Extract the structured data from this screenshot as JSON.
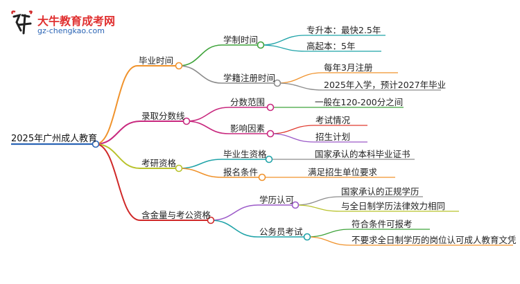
{
  "logo": {
    "title": "大牛教育成考网",
    "url": "gz-chengkao.com",
    "mark_text": "大牛"
  },
  "mindmap": {
    "root": "2025年广州成人教育",
    "branches": [
      {
        "label": "毕业时间",
        "color": "#f0922b",
        "children": [
          {
            "label": "学制时间",
            "color": "#3ea33a",
            "leaves": [
              {
                "label": "专升本：最快2.5年",
                "color": "#1fa3a8"
              },
              {
                "label": "高起本：5年",
                "color": "#1fa3a8"
              }
            ]
          },
          {
            "label": "学籍注册时间",
            "color": "#8c8c8c",
            "leaves": [
              {
                "label": "每年3月注册",
                "color": "#f0922b"
              },
              {
                "label": "2025年入学，预计2027年毕业",
                "color": "#8c8c8c"
              }
            ]
          }
        ]
      },
      {
        "label": "录取分数线",
        "color": "#c8287e",
        "children": [
          {
            "label": "分数范围",
            "color": "#c8287e",
            "leaves": [
              {
                "label": "一般在120-200分之间",
                "color": "#3ea33a"
              }
            ]
          },
          {
            "label": "影响因素",
            "color": "#c8287e",
            "leaves": [
              {
                "label": "考试情况",
                "color": "#e03a2e"
              },
              {
                "label": "招生计划",
                "color": "#9b59c8"
              }
            ]
          }
        ]
      },
      {
        "label": "考研资格",
        "color": "#b8c22a",
        "children": [
          {
            "label": "毕业生资格",
            "color": "#1fa3a8",
            "leaves": [
              {
                "label": "国家承认的本科毕业证书",
                "color": "#8c8c8c"
              }
            ]
          },
          {
            "label": "报名条件",
            "color": "#f0922b",
            "leaves": [
              {
                "label": "满足招生单位要求",
                "color": "#f0922b"
              }
            ]
          }
        ]
      },
      {
        "label": "含金量与考公资格",
        "color": "#d02828",
        "children": [
          {
            "label": "学历认可",
            "color": "#9b59c8",
            "leaves": [
              {
                "label": "国家承认的正规学历",
                "color": "#8c8c8c"
              },
              {
                "label": "与全日制学历法律效力相同",
                "color": "#b8c22a"
              }
            ]
          },
          {
            "label": "公务员考试",
            "color": "#1fa3a8",
            "leaves": [
              {
                "label": "符合条件可报考",
                "color": "#3ea33a"
              },
              {
                "label": "不要求全日制学历的岗位认可成人教育文凭",
                "color": "#f0922b"
              }
            ]
          }
        ]
      }
    ]
  }
}
